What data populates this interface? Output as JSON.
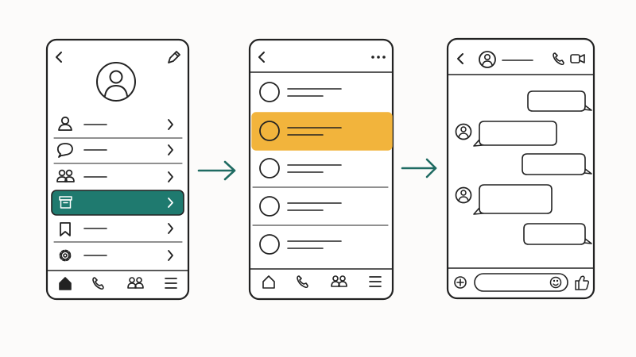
{
  "colors": {
    "background": "#fcfbfa",
    "ink": "#222222",
    "frame_fill": "#ffffff",
    "selected_menu_fill": "#1f7a6f",
    "selected_menu_ink": "#ffffff",
    "highlighted_row_fill": "#f2b43c",
    "arrow": "#1f6b62",
    "placeholder_line": "#222222"
  },
  "flow": [
    {
      "screen": "profile-menu",
      "header_icons": [
        "chevron-left-icon",
        "pencil-icon"
      ],
      "avatar_icon": "user-avatar-icon",
      "menu_items": [
        {
          "icon": "person-icon",
          "selected": false
        },
        {
          "icon": "chat-bubble-icon",
          "selected": false
        },
        {
          "icon": "group-icon",
          "selected": false
        },
        {
          "icon": "archive-box-icon",
          "selected": true
        },
        {
          "icon": "bookmark-icon",
          "selected": false
        },
        {
          "icon": "gear-icon",
          "selected": false
        }
      ],
      "tab_bar_icons": [
        "home-icon",
        "phone-icon",
        "group-icon",
        "menu-icon"
      ],
      "active_tab": 0
    },
    {
      "screen": "contact-list",
      "header_icons": [
        "chevron-left-icon",
        "more-horizontal-icon"
      ],
      "row_count": 5,
      "highlighted_row": 1,
      "tab_bar_icons": [
        "home-icon",
        "phone-icon",
        "group-icon",
        "menu-icon"
      ]
    },
    {
      "screen": "chat-thread",
      "header_icons": [
        "chevron-left-icon",
        "user-avatar-icon",
        "phone-icon",
        "video-camera-icon"
      ],
      "messages": [
        {
          "direction": "outgoing"
        },
        {
          "direction": "incoming"
        },
        {
          "direction": "outgoing"
        },
        {
          "direction": "incoming"
        },
        {
          "direction": "outgoing"
        }
      ],
      "composer_icons": [
        "plus-circle-icon",
        "smiley-icon",
        "thumbs-up-icon"
      ]
    }
  ],
  "transitions": [
    {
      "from": 0,
      "to": 1,
      "icon": "arrow-right-icon"
    },
    {
      "from": 1,
      "to": 2,
      "icon": "arrow-right-icon"
    }
  ]
}
